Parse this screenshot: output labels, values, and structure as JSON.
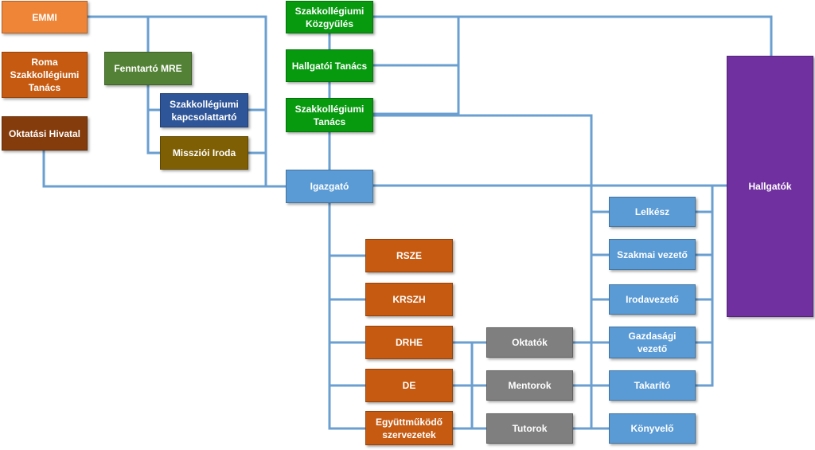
{
  "colors": {
    "connector": "#6a9fd0",
    "emmi": "#ee8537",
    "roma": "#c65a11",
    "oktatasi": "#843c0c",
    "fenntarto": "#538135",
    "council": "#079a0f",
    "kapcsolattarto": "#2e5597",
    "misszioi": "#7e5f04",
    "staff": "#5a9bd5",
    "teachers": "#7f7f7f",
    "hallgatok": "#7030a0"
  },
  "nodes": {
    "emmi": "EMMI",
    "roma": "Roma\nSzakkollégiumi\nTanács",
    "oktatasi_hivatal": "Oktatási Hivatal",
    "fenntarto": "Fenntartó MRE",
    "kapcsolattarto": "Szakkollégiumi\nkapcsolattartó",
    "misszioi_iroda": "Missziói Iroda",
    "kozgyules": "Szakkollégiumi\nKözgyűlés",
    "hallgatoi_tanacs": "Hallgatói Tanács",
    "szk_tanacs": "Szakkollégiumi\nTanács",
    "igazgato": "Igazgató",
    "hallgatok": "Hallgatók",
    "rsze": "RSZE",
    "krszh": "KRSZH",
    "drhe": "DRHE",
    "de": "DE",
    "egyuttmukodo": "Együttműködő\nszervezetek",
    "oktatok": "Oktatók",
    "mentorok": "Mentorok",
    "tutorok": "Tutorok",
    "lelkesz": "Lelkész",
    "szakmai_vezeto": "Szakmai vezető",
    "irodavezeto": "Irodavezető",
    "gazdasagi_vezeto": "Gazdasági\nvezető",
    "takarito": "Takarító",
    "konyvelo": "Könyvelő"
  }
}
